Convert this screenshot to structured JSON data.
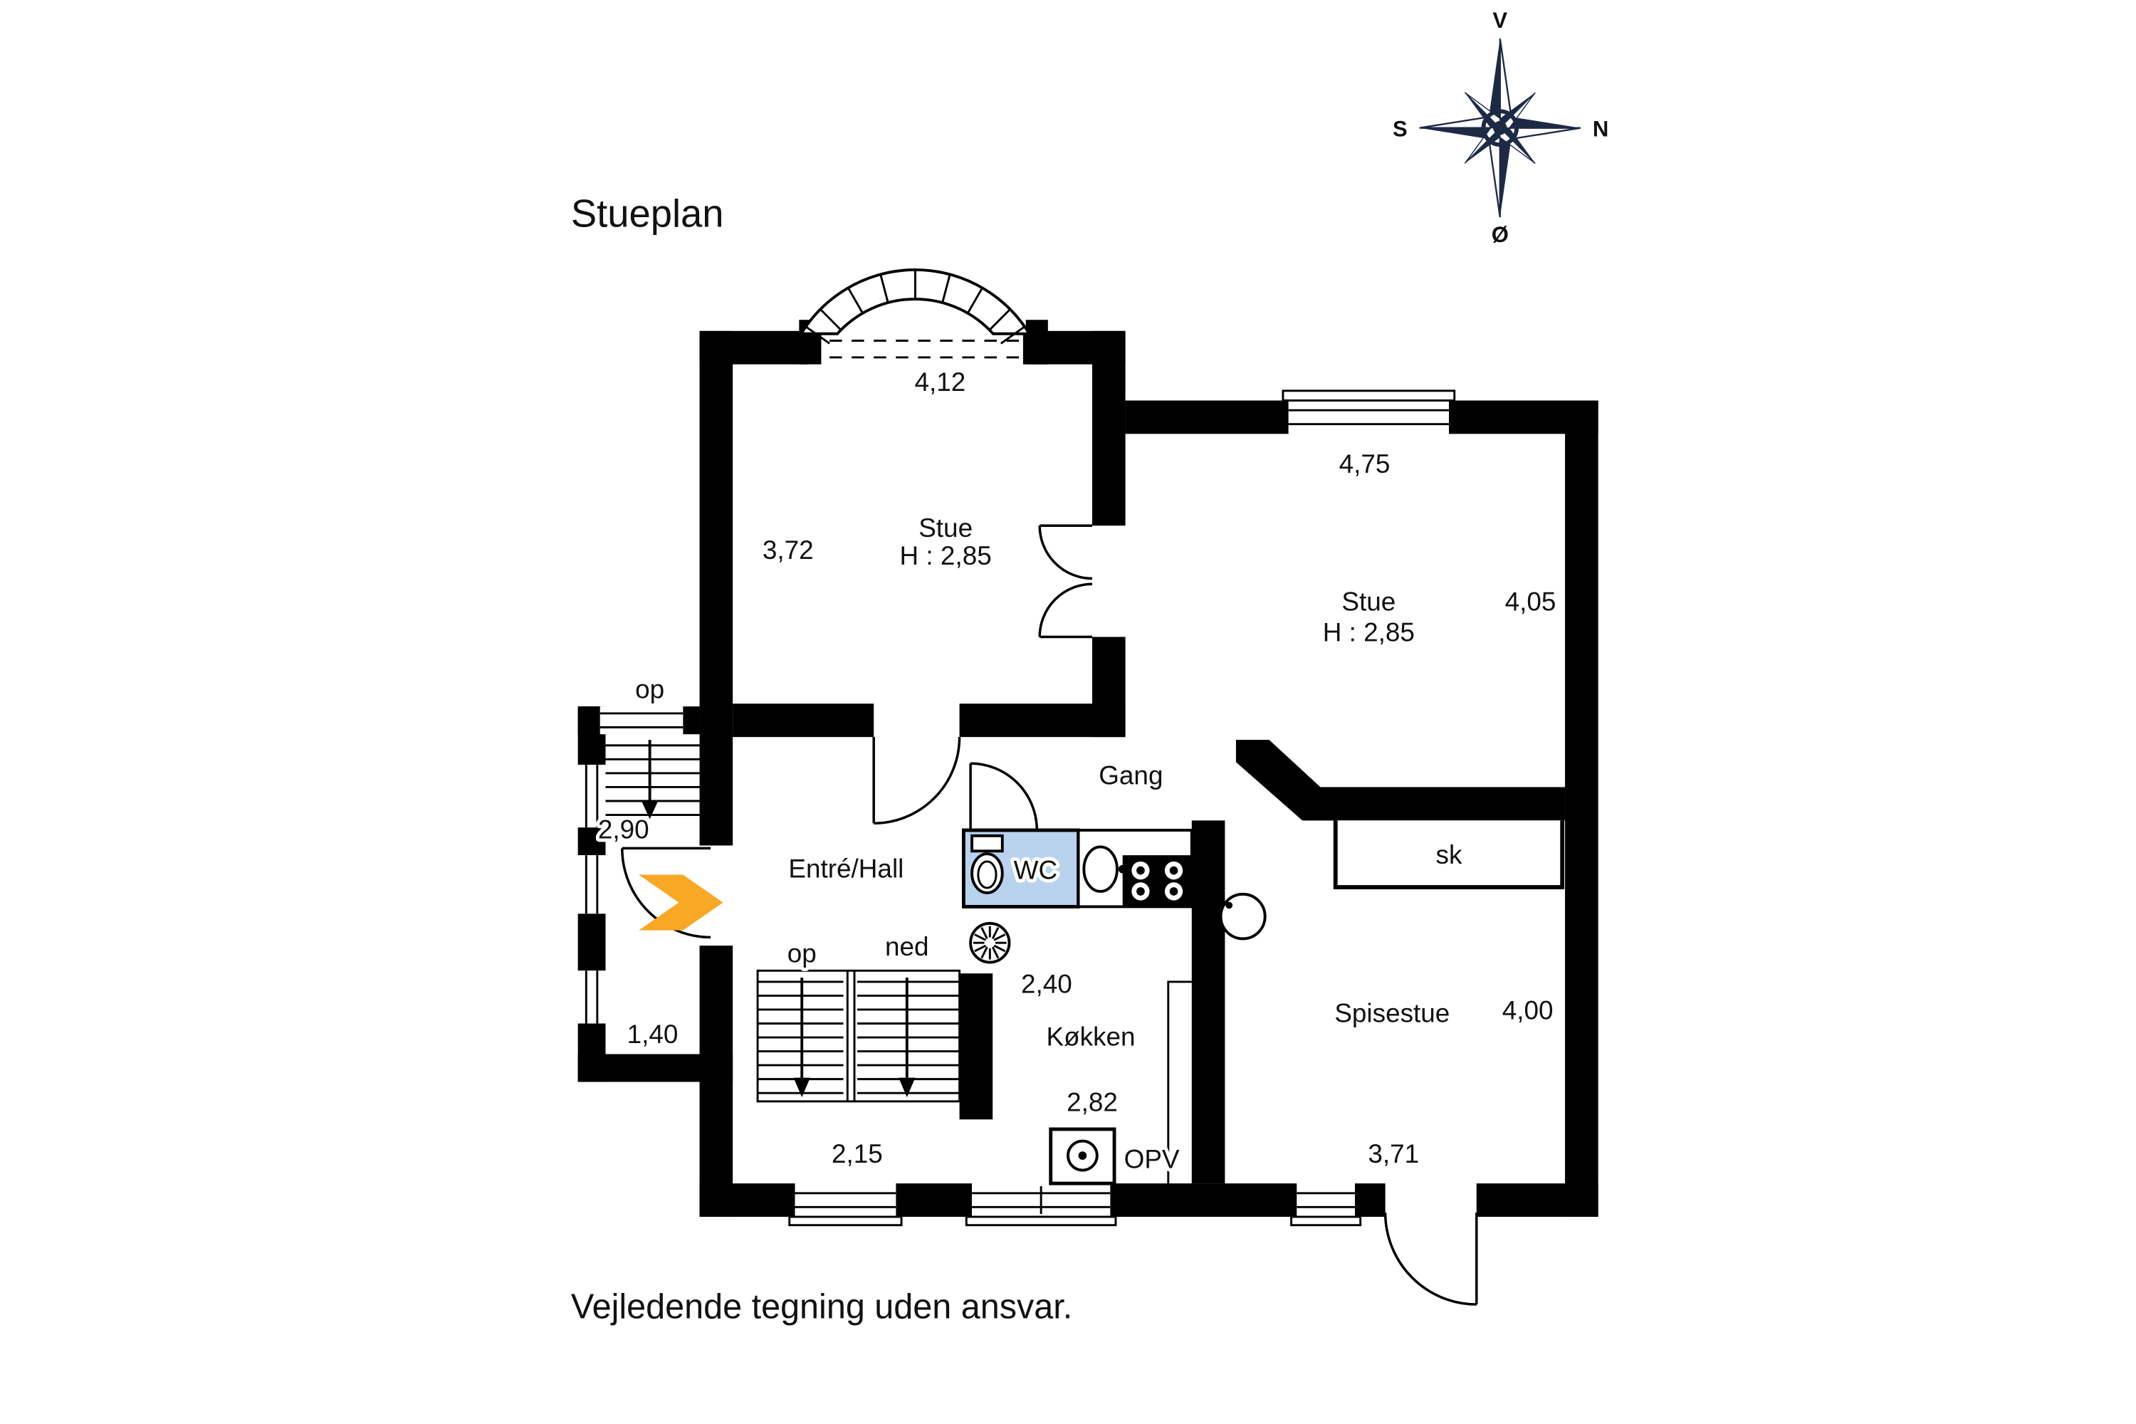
{
  "title": "Stueplan",
  "footer": "Vejledende tegning uden ansvar.",
  "compass": {
    "top": "V",
    "right": "N",
    "left": "S",
    "bottom": "Ø"
  },
  "labels": {
    "stue1_name": "Stue",
    "stue1_h": "H : 2,85",
    "stue1_w": "4,12",
    "stue1_d": "3,72",
    "stue2_name": "Stue",
    "stue2_h": "H : 2,85",
    "stue2_w": "4,75",
    "stue2_d": "4,05",
    "gang": "Gang",
    "entre": "Entré/Hall",
    "wc": "WC",
    "kokken": "Køkken",
    "kokken_w": "2,40",
    "kokken_d": "2,82",
    "spisestue": "Spisestue",
    "spisestue_d": "4,00",
    "spisestue_w": "3,71",
    "sk": "sk",
    "opv": "OPV",
    "annex_op": "op",
    "annex_w": "2,90",
    "annex_d": "1,40",
    "stairs_op": "op",
    "stairs_ned": "ned",
    "stairs_w": "2,15"
  },
  "colors": {
    "wall": "#000000",
    "wc_fill": "#b9d3ee",
    "entrance_arrow": "#f9a825",
    "compass": "#1d2a44"
  }
}
